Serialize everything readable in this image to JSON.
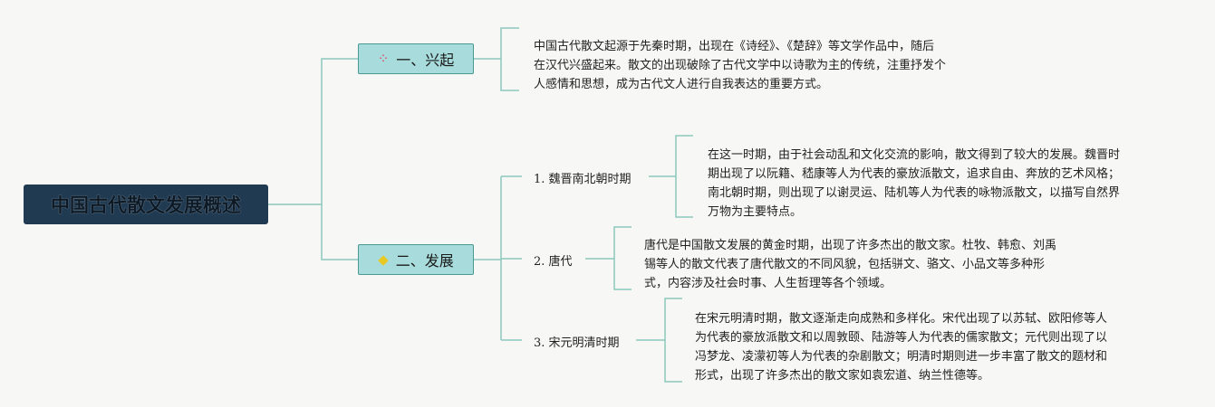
{
  "root": {
    "label": "中国古代散文发展概述"
  },
  "branches": [
    {
      "icon": "sparkle-icon",
      "label": "一、兴起",
      "text": "中国古代散文起源于先秦时期，出现在《诗经》、《楚辞》等文学作品中，随后\n在汉代兴盛起来。散文的出现破除了古代文学中以诗歌为主的传统，注重抒发个\n人感情和思想，成为古代文人进行自我表达的重要方式。"
    },
    {
      "icon": "gem-icon",
      "label": "二、发展",
      "children": [
        {
          "label": "1. 魏晋南北朝时期",
          "text": "在这一时期，由于社会动乱和文化交流的影响，散文得到了较大的发展。魏晋时\n期出现了以阮籍、嵇康等人为代表的豪放派散文，追求自由、奔放的艺术风格；\n南北朝时期，则出现了以谢灵运、陆机等人为代表的咏物派散文，以描写自然界\n万物为主要特点。"
        },
        {
          "label": "2. 唐代",
          "text": "唐代是中国散文发展的黄金时期，出现了许多杰出的散文家。杜牧、韩愈、刘禹\n锡等人的散文代表了唐代散文的不同风貌，包括骈文、骆文、小品文等多种形\n式，内容涉及社会时事、人生哲理等各个领域。"
        },
        {
          "label": "3. 宋元明清时期",
          "text": "在宋元明清时期，散文逐渐走向成熟和多样化。宋代出现了以苏轼、欧阳修等人\n为代表的豪放派散文和以周敦颐、陆游等人为代表的儒家散文；元代则出现了以\n冯梦龙、凌濛初等人为代表的杂剧散文；明清时期则进一步丰富了散文的题材和\n形式，出现了许多杰出的散文家如袁宏道、纳兰性德等。"
        }
      ]
    }
  ],
  "colors": {
    "line": "#8cc9bd",
    "root_bg": "#203a52",
    "node_bg": "#a8dcdc",
    "node_border": "#4a9a92"
  }
}
